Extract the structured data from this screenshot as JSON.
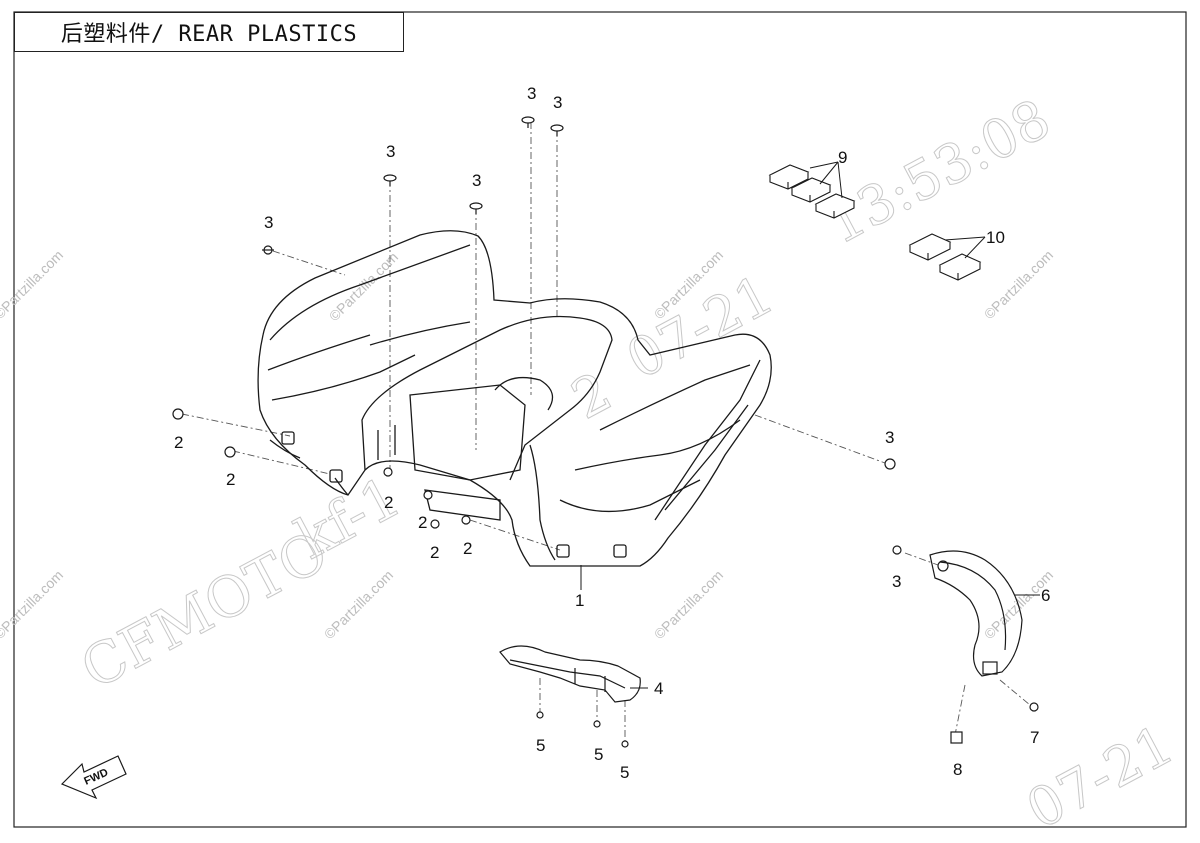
{
  "diagram": {
    "title": "后塑料件/ REAR PLASTICS",
    "fwd_label": "FWD",
    "watermarks": {
      "brand": "CFMOTO",
      "code": "kf-1",
      "timestamp": "13:53:08",
      "date_fragment_1": "2",
      "date_fragment_2": "07-21",
      "date_fragment_3": "07-21"
    },
    "partzilla_mark": "©Partzilla.com",
    "callouts": {
      "p1": "1",
      "p2a": "2",
      "p2b": "2",
      "p2c": "2",
      "p2d": "2",
      "p2e": "2",
      "p2f": "2",
      "p3a": "3",
      "p3b": "3",
      "p3c": "3",
      "p3d": "3",
      "p3e": "3",
      "p3f": "3",
      "p3g": "3",
      "p4": "4",
      "p5a": "5",
      "p5b": "5",
      "p5c": "5",
      "p6": "6",
      "p7": "7",
      "p8": "8",
      "p9": "9",
      "p10": "10"
    }
  }
}
